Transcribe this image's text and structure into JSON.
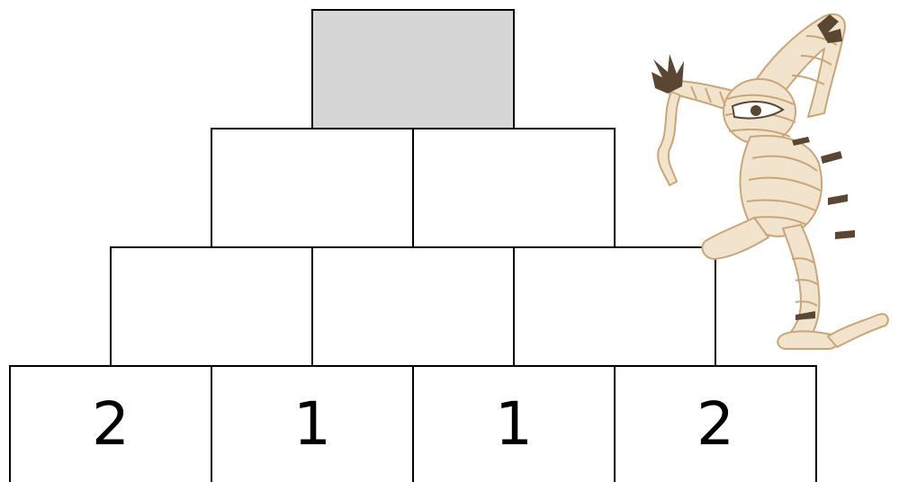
{
  "puzzle": {
    "rows": [
      {
        "name": "top",
        "cells": [
          {
            "value": "",
            "shaded": true
          }
        ]
      },
      {
        "name": "row-2",
        "cells": [
          {
            "value": ""
          },
          {
            "value": ""
          }
        ]
      },
      {
        "name": "row-3",
        "cells": [
          {
            "value": ""
          },
          {
            "value": ""
          },
          {
            "value": ""
          }
        ]
      },
      {
        "name": "base",
        "cells": [
          {
            "value": "2"
          },
          {
            "value": "1"
          },
          {
            "value": "1"
          },
          {
            "value": "2"
          }
        ]
      }
    ]
  },
  "colors": {
    "brick_border": "#000000",
    "brick_fill": "#ffffff",
    "top_fill": "#d6d6d6",
    "mummy_wrap": "#f1e3cc",
    "mummy_shadow": "#c9a67a",
    "mummy_dark": "#5a4632"
  },
  "decoration": {
    "character_icon": "mummy-icon"
  }
}
